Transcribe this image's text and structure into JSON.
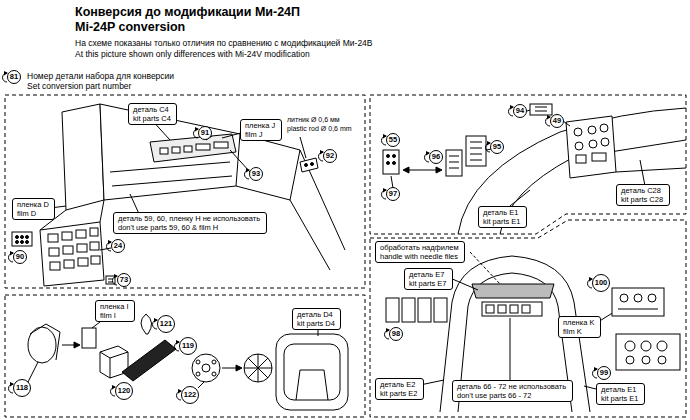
{
  "diagram": {
    "title": "Конверсия до модификации Ми-24П",
    "nodes": [
      {
        "text": [
          "деталь C4",
          "kit parts C4"
        ]
      },
      {
        "text": [
          "пленка J",
          "film J"
        ]
      },
      {
        "text": [
          "пленка D",
          "film D"
        ]
      },
      {
        "text": [
          "деталь 59, 60, пленку H не использовать",
          "don't use parts 59, 60 & film H"
        ]
      },
      {
        "text": [
          "деталь E1",
          "kit parts E1"
        ]
      },
      {
        "text": [
          "деталь C28",
          "kit parts C28"
        ]
      },
      {
        "text": [
          "пленка I",
          "film I"
        ]
      },
      {
        "text": [
          "деталь D4",
          "kit parts D4"
        ]
      },
      {
        "text": [
          "обработать надфилем",
          "handle with needle files"
        ]
      },
      {
        "text": [
          "деталь E7",
          "kit parts E7"
        ]
      },
      {
        "text": [
          "пленка K",
          "film K"
        ]
      },
      {
        "text": [
          "деталь E2",
          "kit parts E2"
        ]
      },
      {
        "text": [
          "деталь 66 - 72 не использовать",
          "don't use parts 66 - 72"
        ]
      },
      {
        "text": [
          "деталь E1",
          "kit parts E1"
        ]
      }
    ],
    "labels": [
      "Mi-24P conversion",
      "На схеме показаны только отличия по сравнению с модификацией Ми-24В",
      "At this picture shown only differences with Mi-24V modification",
      "81",
      "литник Ø 0,6 мм",
      "plastic rod Ø 0,6 mm",
      "91",
      "92",
      "93",
      "24",
      "90",
      "73",
      "55",
      "97",
      "96",
      "94",
      "49",
      "95",
      "118",
      "121",
      "119",
      "120",
      "122",
      "98",
      "100",
      "99"
    ],
    "legend": [
      {
        "text": "Номер детали набора для конверсии"
      },
      {
        "text": "Set conversion part number"
      }
    ]
  }
}
